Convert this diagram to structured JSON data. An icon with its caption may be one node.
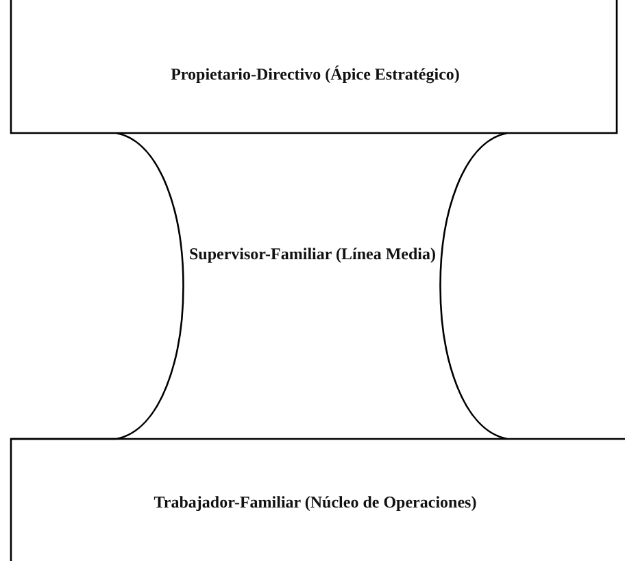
{
  "diagram": {
    "nodes": [
      {
        "text": [
          "Propietario-Directivo (Ápice Estratégico)"
        ]
      },
      {
        "text": [
          "Supervisor-Familiar (Línea Media)"
        ]
      },
      {
        "text": [
          "Trabajador-Familiar (Núcleo de Operaciones)"
        ]
      }
    ]
  }
}
